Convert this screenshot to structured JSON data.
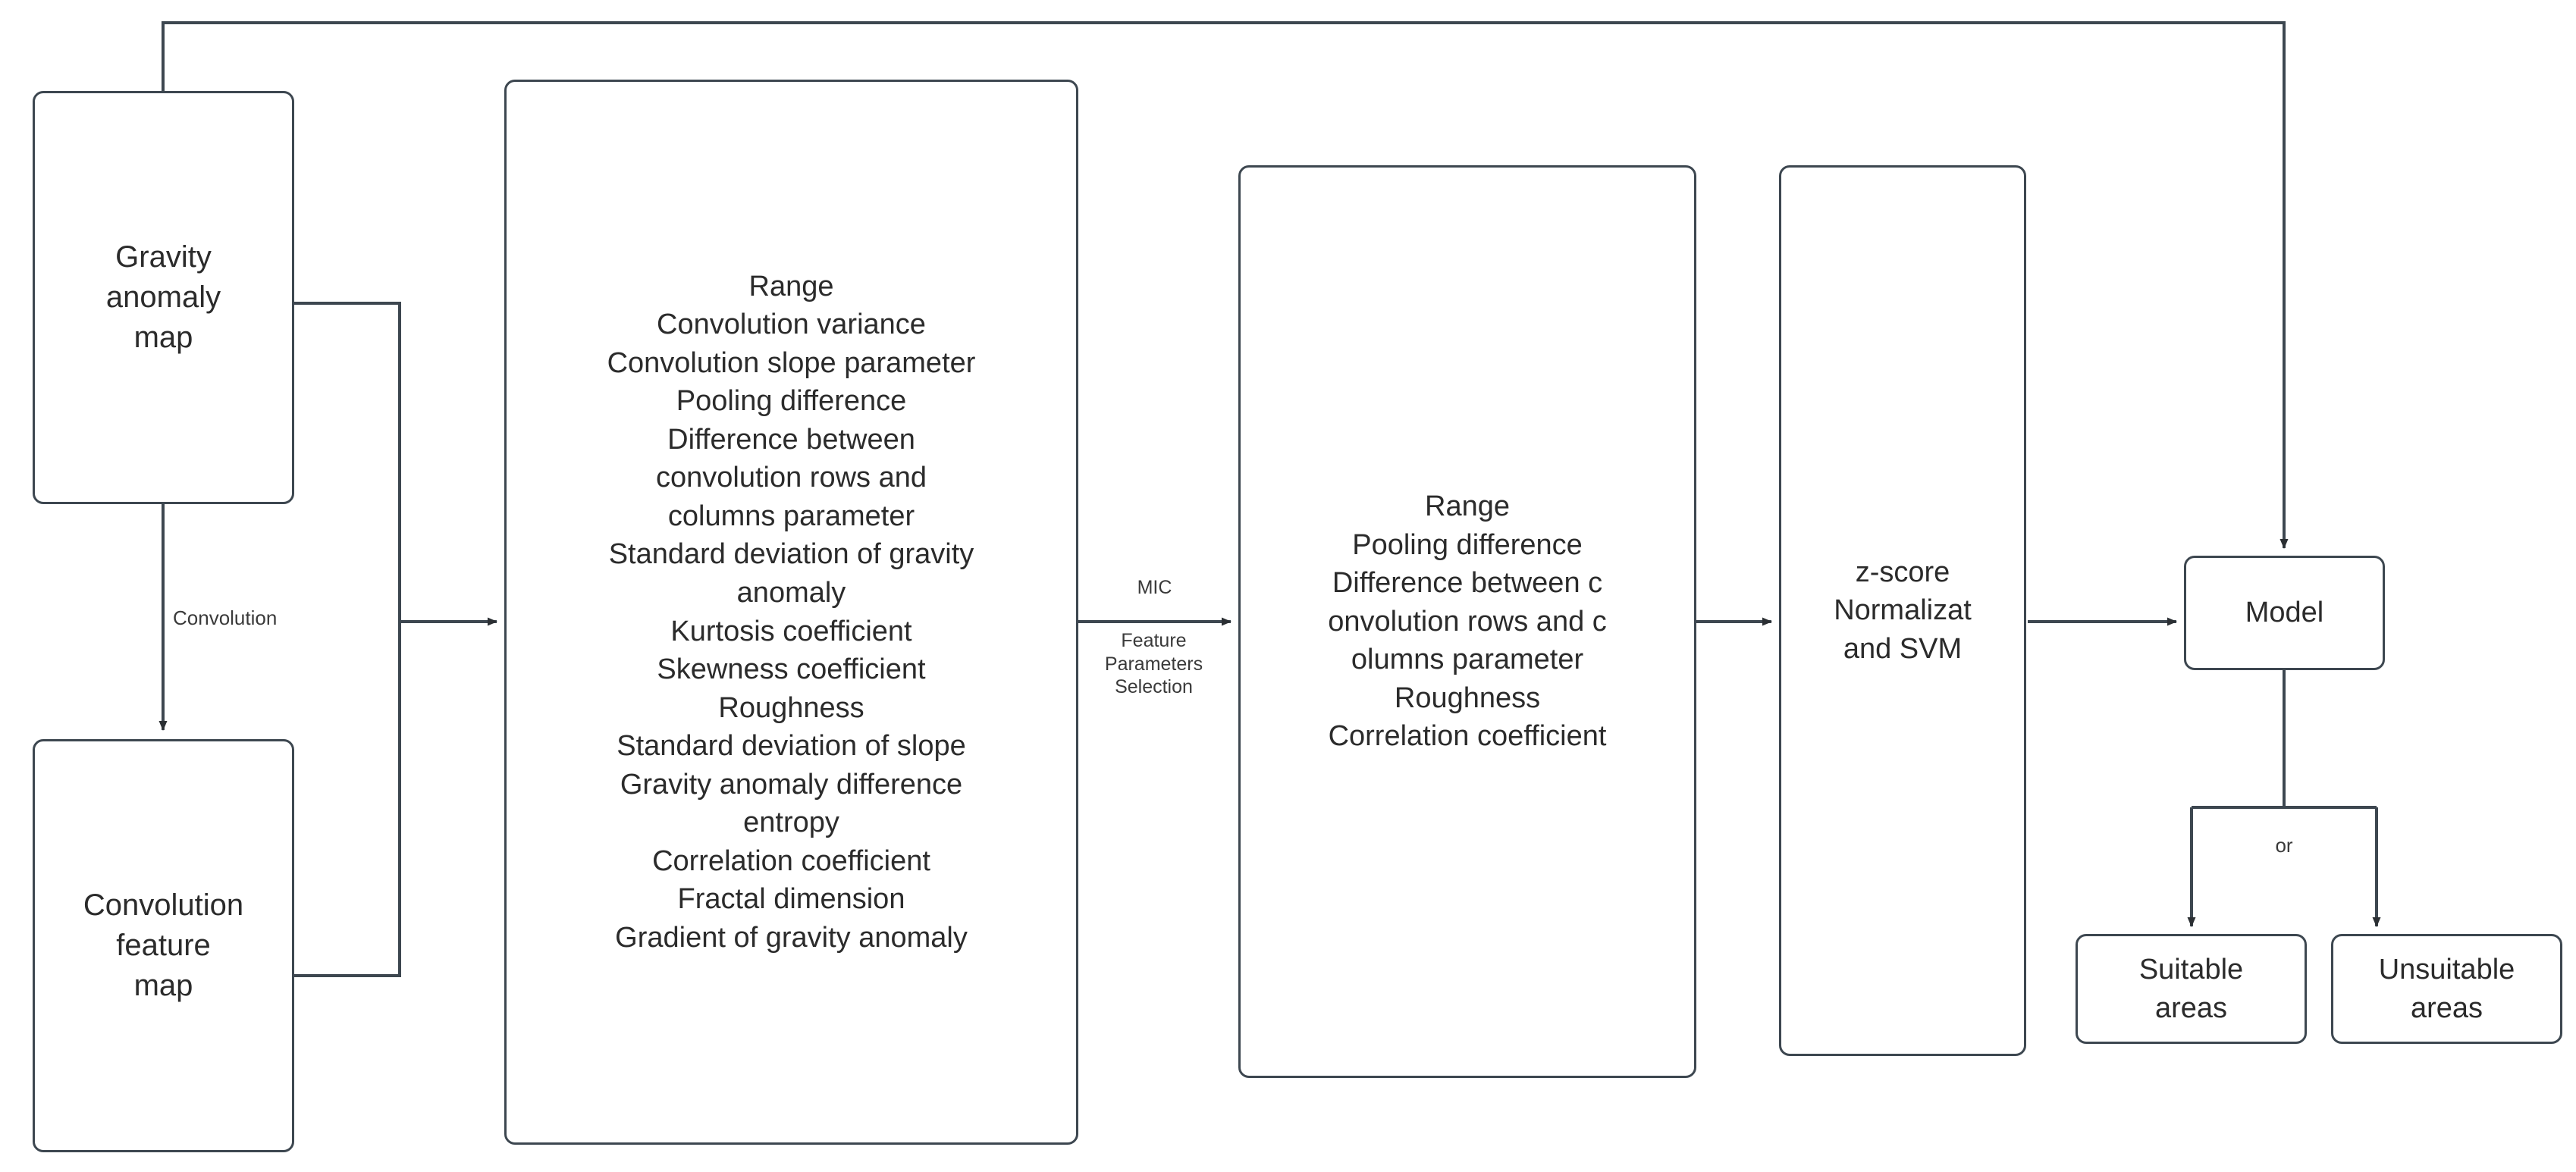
{
  "diagram": {
    "title": "Gravity anomaly feature extraction and SVM suitability classification flowchart",
    "colors": {
      "stroke": "#3d4750",
      "arrow": "#2b2f33",
      "text": "#2b2b2b",
      "background": "#ffffff"
    },
    "nodes": {
      "gravity_anomaly_map": {
        "label": "Gravity\nanomaly\nmap"
      },
      "convolution_feature_map": {
        "label": "Convolution\nfeature\nmap"
      },
      "feature_pool": {
        "items": [
          "Range",
          "Convolution variance",
          "Convolution slope parameter",
          "Pooling difference",
          "Difference between",
          "convolution rows and",
          "columns parameter",
          "Standard deviation of gravity",
          "anomaly",
          "Kurtosis coefficient",
          "Skewness coefficient",
          "Roughness",
          "Standard deviation of slope",
          "Gravity anomaly difference",
          "entropy",
          "Correlation coefficient",
          "Fractal dimension",
          "Gradient of gravity anomaly"
        ]
      },
      "selected_features": {
        "items": [
          "Range",
          "Pooling difference",
          "Difference between c",
          "onvolution rows and c",
          "olumns parameter",
          "Roughness",
          "Correlation coefficient"
        ]
      },
      "normalization_svm": {
        "label": "z-score\nNormalizat\nand SVM"
      },
      "model": {
        "label": "Model"
      },
      "suitable_areas": {
        "label": "Suitable\nareas"
      },
      "unsuitable_areas": {
        "label": "Unsuitable\nareas"
      }
    },
    "edge_labels": {
      "convolution": "Convolution",
      "mic": "MIC",
      "feature_selection": "Feature\nParameters\nSelection",
      "or": "or"
    }
  }
}
